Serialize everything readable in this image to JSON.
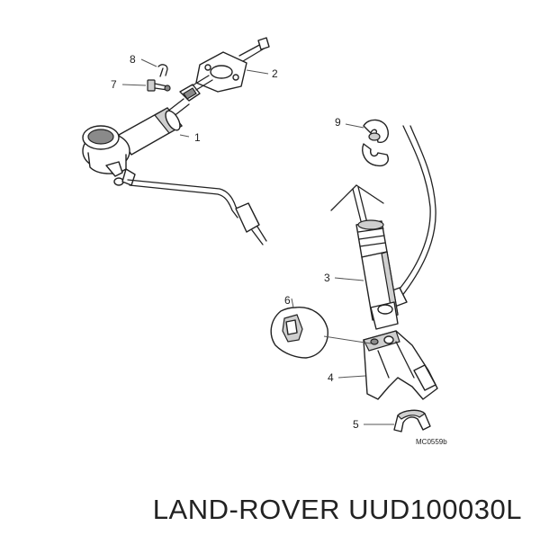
{
  "diagram": {
    "callouts": {
      "c1": "1",
      "c2": "2",
      "c3": "3",
      "c4": "4",
      "c5": "5",
      "c6": "6",
      "c7": "7",
      "c8": "8",
      "c9": "9"
    },
    "drawing_code": "MC0559b"
  },
  "caption": "LAND-ROVER UUD100030L"
}
